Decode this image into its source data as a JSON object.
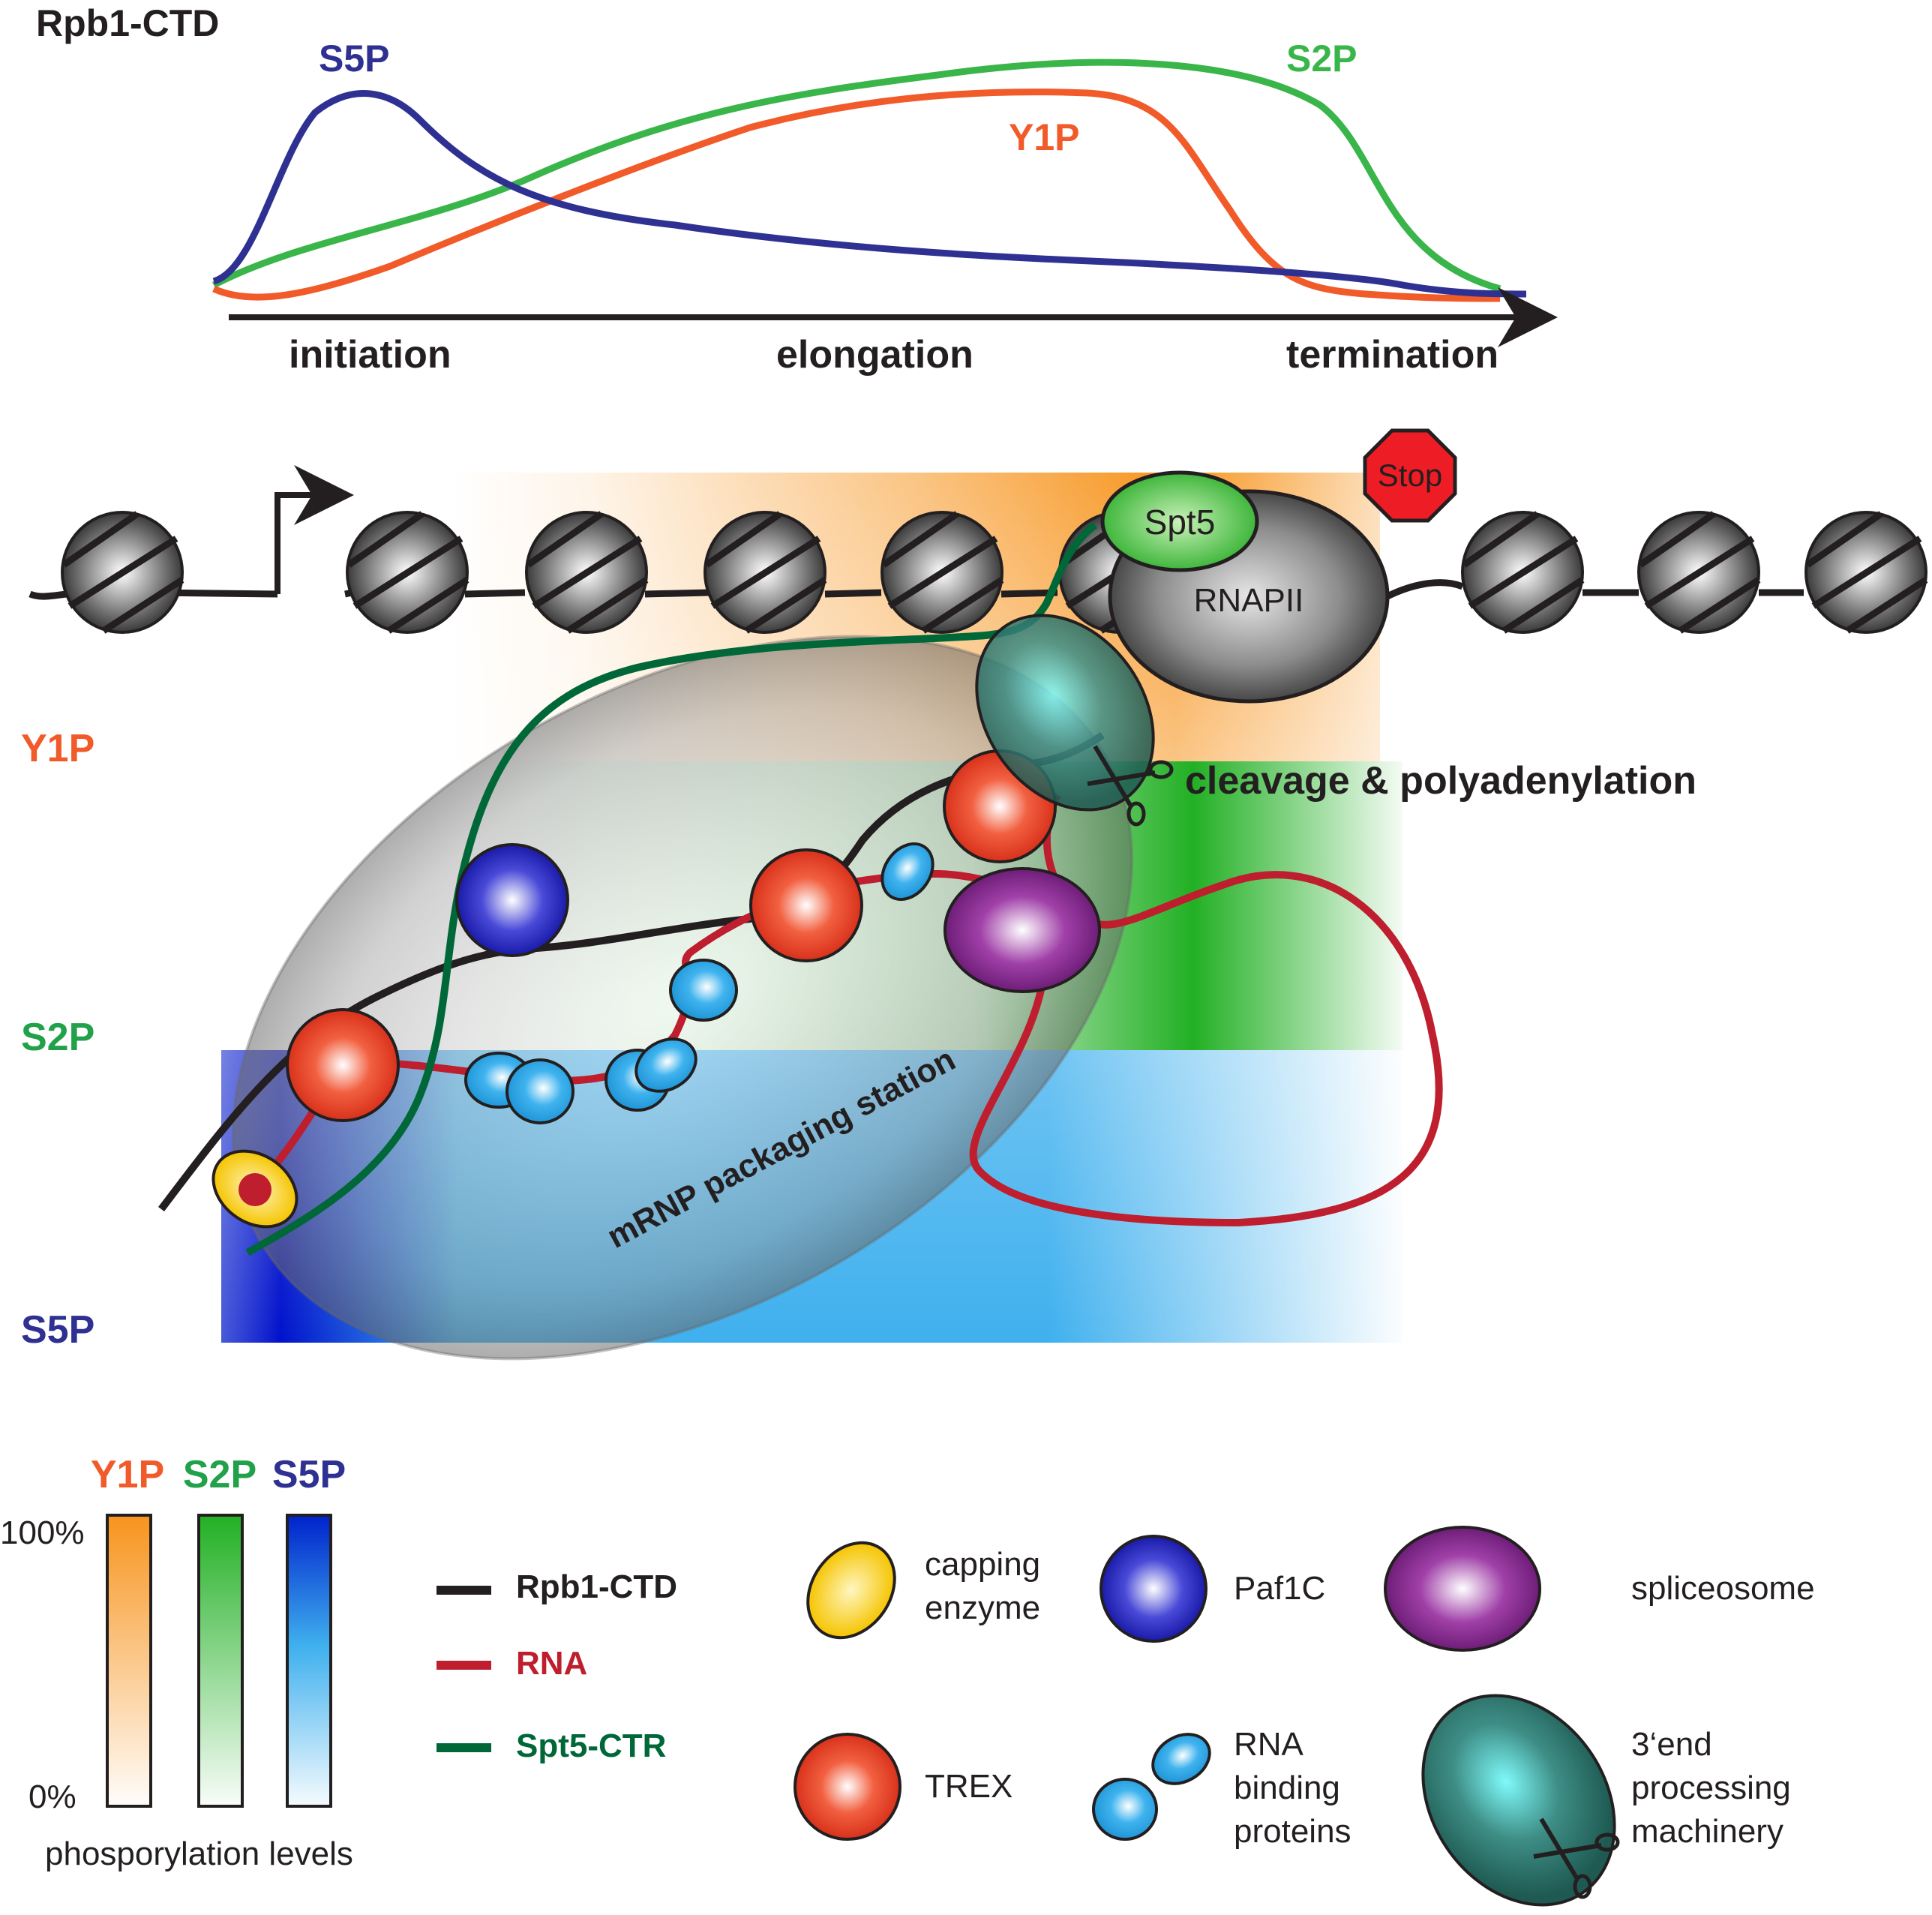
{
  "profile": {
    "title": "Rpb1-CTD",
    "curves": {
      "s5p": {
        "label": "S5P",
        "color": "#2e3192"
      },
      "s2p": {
        "label": "S2P",
        "color": "#39b54a"
      },
      "y1p": {
        "label": "Y1P",
        "color": "#f15a29"
      }
    },
    "stages": [
      "initiation",
      "elongation",
      "termination"
    ]
  },
  "track_labels": {
    "y1p": "Y1P",
    "s2p": "S2P",
    "s5p": "S5P"
  },
  "gene": {
    "spt5": "Spt5",
    "rnapii": "RNAPII",
    "stop": "Stop",
    "cleavage": "cleavage & polyadenylation",
    "station": "mRNP packaging station"
  },
  "scale_legend": {
    "headers": [
      "Y1P",
      "S2P",
      "S5P"
    ],
    "max_label": "100%",
    "min_label": "0%",
    "caption": "phosporylation levels"
  },
  "line_legend": [
    {
      "label": "Rpb1-CTD",
      "color": "#231f20"
    },
    {
      "label": "RNA",
      "color": "#be1e2d"
    },
    {
      "label": "Spt5-CTR",
      "color": "#006838"
    }
  ],
  "factor_legend": {
    "capping": "capping\nenzyme",
    "paf1c": "Paf1C",
    "spliceosome": "spliceosome",
    "trex": "TREX",
    "rbp": "RNA\nbinding\nproteins",
    "processing": "3‘end\nprocessing\nmachinery"
  },
  "colors": {
    "y1p_orange": "#f7941d",
    "s2p_green": "#22b024",
    "s5p_blue": "#0033cc",
    "s5p_lightblue": "#3fb0ee",
    "nucleosome": "#808080",
    "stop_red": "#ee1c25"
  },
  "icons": [
    "nucleosome-icon",
    "promoter-arrow-icon",
    "stop-sign-icon",
    "scissors-icon"
  ]
}
